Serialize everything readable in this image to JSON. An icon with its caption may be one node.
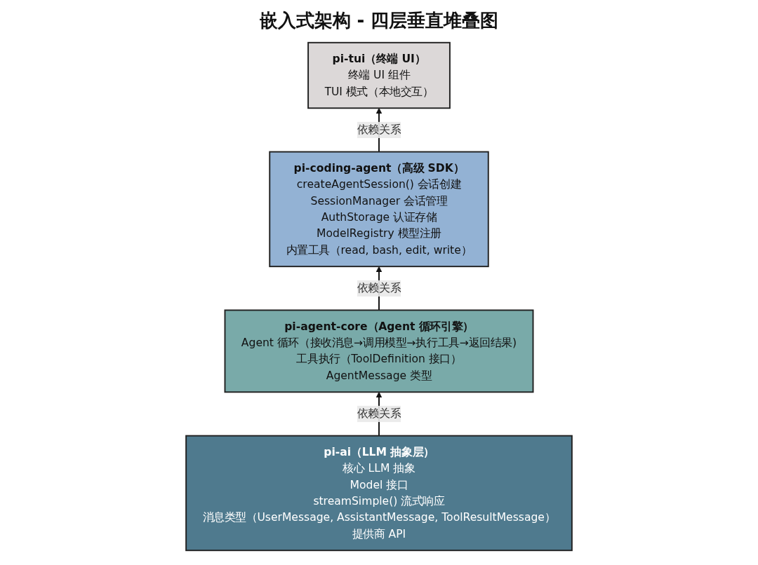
{
  "diagram": {
    "title": "嵌入式架构 - 四层垂直堆叠图",
    "nodes": [
      {
        "text": [
          "pi-tui（终端 UI）",
          "终端 UI 组件",
          "TUI 模式（本地交互）"
        ]
      },
      {
        "text": [
          "pi-coding-agent（高级 SDK）",
          "createAgentSession() 会话创建",
          "SessionManager 会话管理",
          "AuthStorage 认证存储",
          "ModelRegistry 模型注册",
          "内置工具（read, bash, edit, write）"
        ]
      },
      {
        "text": [
          "pi-agent-core（Agent 循环引擎）",
          "Agent 循环（接收消息→调用模型→执行工具→返回结果)",
          "工具执行（ToolDefinition 接口）",
          "AgentMessage 类型"
        ]
      },
      {
        "text": [
          "pi-ai（LLM 抽象层）",
          "核心 LLM 抽象",
          "Model 接口",
          "streamSimple() 流式响应",
          "消息类型（UserMessage, AssistantMessage, ToolResultMessage）",
          "提供商 API"
        ]
      }
    ],
    "edges": [
      {
        "from": 1,
        "to": 0,
        "arrow": "to",
        "label": "依赖关系"
      },
      {
        "from": 2,
        "to": 1,
        "arrow": "to",
        "label": "依赖关系"
      },
      {
        "from": 3,
        "to": 2,
        "arrow": "to",
        "label": "依赖关系"
      }
    ]
  }
}
